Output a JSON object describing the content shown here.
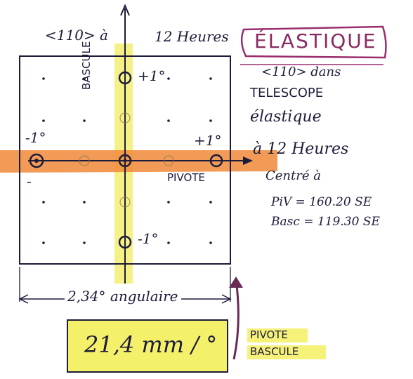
{
  "top_left_label": "<110> à",
  "top_right_label": "12 Heures",
  "mode_label": "ÉLASTIQUE",
  "vertical_axis_label": "BASCULE",
  "marks": {
    "bascule_plus": "+1°",
    "bascule_minus": "-1°",
    "pivote_minus": "-1°",
    "pivote_plus": "+1°",
    "minus_sign": "-"
  },
  "horizontal_axis_label": "PIVOTE",
  "notes": {
    "line1": "<110> dans",
    "line2": "TELESCOPE",
    "line3": "élastique",
    "line4": "à 12 Heures",
    "line5": "Centré à",
    "line6": "PiV = 160.20 SE",
    "line7": "Basc = 119.30 SE"
  },
  "width_label": "2,34° angulaire",
  "scale_value": "21,4 mm / °",
  "legend": {
    "pivote": "PIVOTE",
    "bascule": "BASCULE"
  },
  "colors": {
    "ink": "#1c1c3a",
    "orange_highlight": "#f08a3a",
    "yellow_highlight": "#f5f06a",
    "magenta_ink": "#9a2d6e"
  }
}
